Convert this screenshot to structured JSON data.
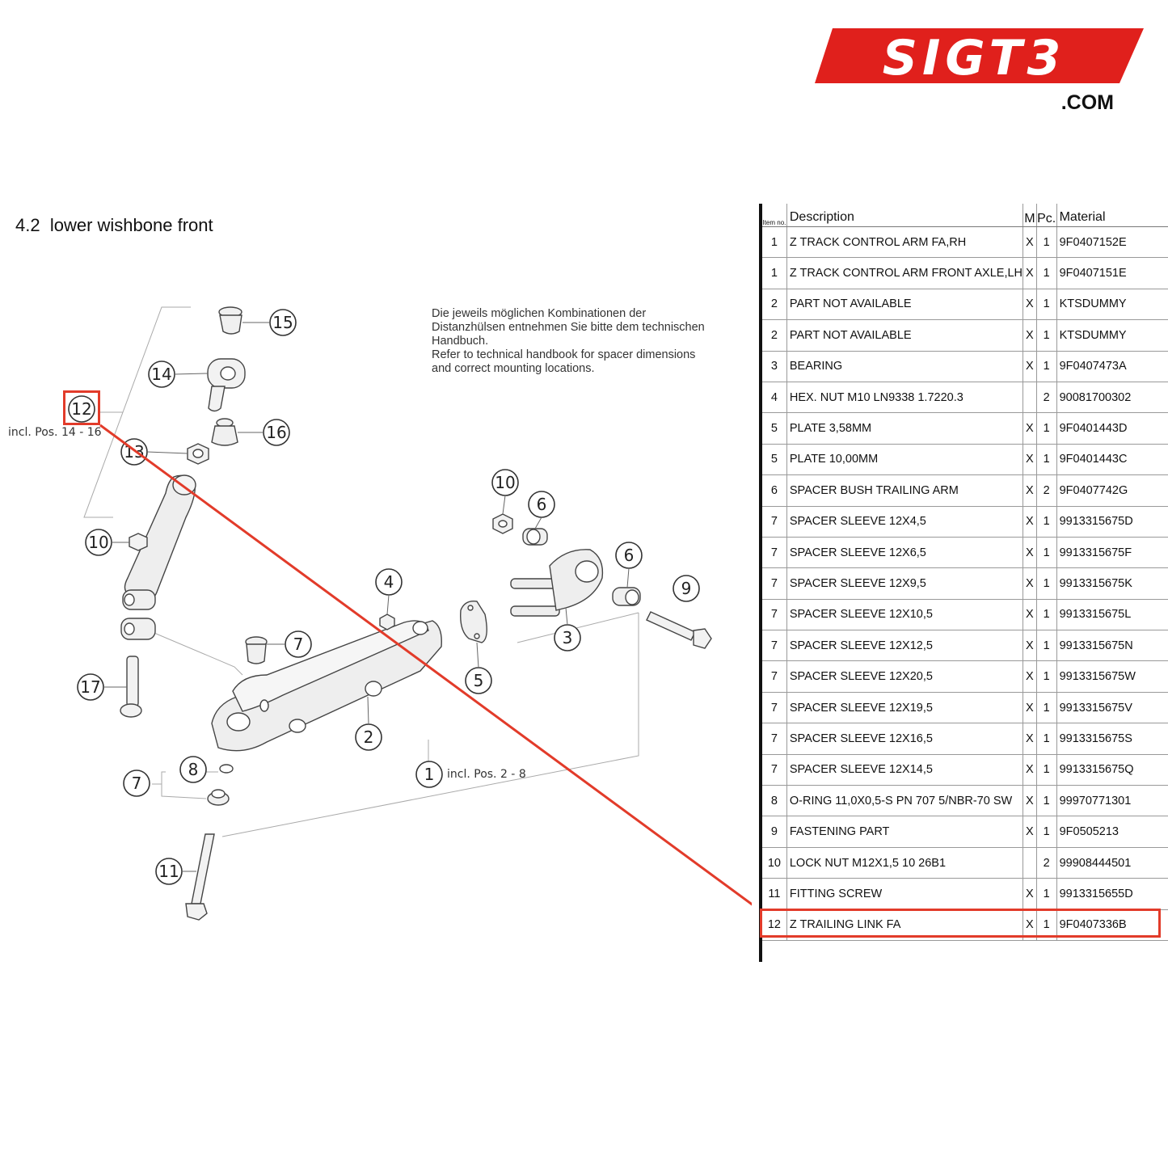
{
  "logo": {
    "text": "SIGT3",
    "domain": ".COM",
    "color": "#e0201c"
  },
  "section": {
    "number": "4.2",
    "title": "lower wishbone front"
  },
  "note": {
    "lines": [
      "Die jeweils möglichen Kombinationen der",
      "Distanzhülsen entnehmen Sie bitte dem technischen",
      "Handbuch.",
      "Refer to technical handbook for spacer dimensions",
      "and correct mounting locations."
    ]
  },
  "diagram": {
    "callouts": [
      "15",
      "14",
      "12",
      "16",
      "13",
      "10",
      "17",
      "10",
      "6",
      "6",
      "9",
      "4",
      "3",
      "5",
      "7",
      "2",
      "8",
      "7",
      "1",
      "11"
    ],
    "incl_12": "incl. Pos. 14 - 16",
    "incl_1": "incl. Pos. 2 - 8"
  },
  "highlight": {
    "color": "#e23b2a",
    "item": "12"
  },
  "table": {
    "headers": {
      "item": "Item no.",
      "description": "Description",
      "m": "M",
      "pc": "Pc.",
      "material": "Material"
    },
    "rows": [
      {
        "item": "1",
        "description": "Z TRACK CONTROL ARM FA,RH",
        "m": "X",
        "pc": "1",
        "material": "9F0407152E"
      },
      {
        "item": "1",
        "description": "Z TRACK CONTROL ARM FRONT AXLE,LH",
        "m": "X",
        "pc": "1",
        "material": "9F0407151E"
      },
      {
        "item": "2",
        "description": "PART NOT AVAILABLE",
        "m": "X",
        "pc": "1",
        "material": "KTSDUMMY"
      },
      {
        "item": "2",
        "description": "PART NOT AVAILABLE",
        "m": "X",
        "pc": "1",
        "material": "KTSDUMMY"
      },
      {
        "item": "3",
        "description": "BEARING",
        "m": "X",
        "pc": "1",
        "material": "9F0407473A"
      },
      {
        "item": "4",
        "description": "HEX. NUT M10 LN9338 1.7220.3",
        "m": "",
        "pc": "2",
        "material": "90081700302"
      },
      {
        "item": "5",
        "description": "PLATE 3,58MM",
        "m": "X",
        "pc": "1",
        "material": "9F0401443D"
      },
      {
        "item": "5",
        "description": "PLATE 10,00MM",
        "m": "X",
        "pc": "1",
        "material": "9F0401443C"
      },
      {
        "item": "6",
        "description": "SPACER BUSH TRAILING ARM",
        "m": "X",
        "pc": "2",
        "material": "9F0407742G"
      },
      {
        "item": "7",
        "description": "SPACER SLEEVE 12X4,5",
        "m": "X",
        "pc": "1",
        "material": "9913315675D"
      },
      {
        "item": "7",
        "description": "SPACER SLEEVE 12X6,5",
        "m": "X",
        "pc": "1",
        "material": "9913315675F"
      },
      {
        "item": "7",
        "description": "SPACER SLEEVE 12X9,5",
        "m": "X",
        "pc": "1",
        "material": "9913315675K"
      },
      {
        "item": "7",
        "description": "SPACER SLEEVE 12X10,5",
        "m": "X",
        "pc": "1",
        "material": "9913315675L"
      },
      {
        "item": "7",
        "description": "SPACER SLEEVE 12X12,5",
        "m": "X",
        "pc": "1",
        "material": "9913315675N"
      },
      {
        "item": "7",
        "description": "SPACER SLEEVE 12X20,5",
        "m": "X",
        "pc": "1",
        "material": "9913315675W"
      },
      {
        "item": "7",
        "description": "SPACER SLEEVE 12X19,5",
        "m": "X",
        "pc": "1",
        "material": "9913315675V"
      },
      {
        "item": "7",
        "description": "SPACER SLEEVE 12X16,5",
        "m": "X",
        "pc": "1",
        "material": "9913315675S"
      },
      {
        "item": "7",
        "description": "SPACER SLEEVE 12X14,5",
        "m": "X",
        "pc": "1",
        "material": "9913315675Q"
      },
      {
        "item": "8",
        "description": "O-RING 11,0X0,5-S PN 707 5/NBR-70 SW",
        "m": "X",
        "pc": "1",
        "material": "99970771301"
      },
      {
        "item": "9",
        "description": "FASTENING PART",
        "m": "X",
        "pc": "1",
        "material": "9F0505213"
      },
      {
        "item": "10",
        "description": "LOCK NUT M12X1,5 10 26B1",
        "m": "",
        "pc": "2",
        "material": "99908444501"
      },
      {
        "item": "11",
        "description": "FITTING SCREW",
        "m": "X",
        "pc": "1",
        "material": "9913315655D"
      },
      {
        "item": "12",
        "description": "Z TRAILING LINK FA",
        "m": "X",
        "pc": "1",
        "material": "9F0407336B"
      }
    ]
  }
}
